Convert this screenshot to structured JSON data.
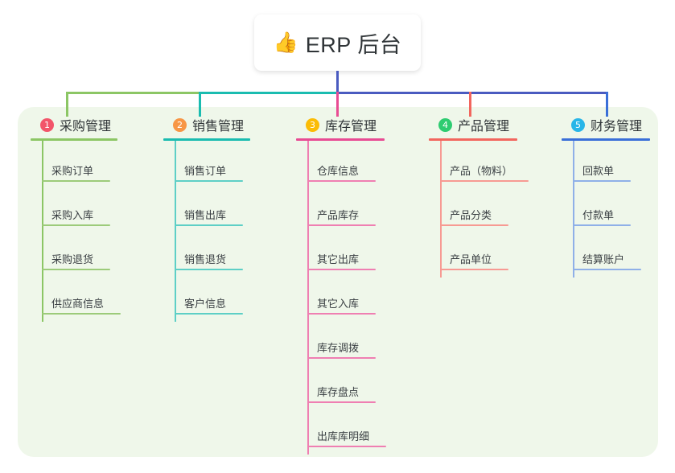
{
  "root": {
    "emoji": "👍",
    "emoji_name": "thumbs-up-icon",
    "title": "ERP 后台"
  },
  "panel": {
    "background_color": "#eff7ea"
  },
  "columns": [
    {
      "index": "1",
      "title": "采购管理",
      "color": "#8cc665",
      "badge_color": "#f2556a",
      "items": [
        "采购订单",
        "采购入库",
        "采购退货",
        "供应商信息"
      ]
    },
    {
      "index": "2",
      "title": "销售管理",
      "color": "#1abcb0",
      "badge_color": "#f79646",
      "items": [
        "销售订单",
        "销售出库",
        "销售退货",
        "客户信息"
      ]
    },
    {
      "index": "3",
      "title": "库存管理",
      "color": "#e84b93",
      "badge_color": "#fbbc05",
      "items": [
        "仓库信息",
        "产品库存",
        "其它出库",
        "其它入库",
        "库存调拨",
        "库存盘点",
        "出库库明细"
      ]
    },
    {
      "index": "4",
      "title": "产品管理",
      "color": "#f2665e",
      "badge_color": "#2ecc71",
      "items": [
        "产品（物料）",
        "产品分类",
        "产品单位"
      ]
    },
    {
      "index": "5",
      "title": "财务管理",
      "color": "#3a6fd8",
      "badge_color": "#29b6e8",
      "items": [
        "回款单",
        "付款单",
        "结算账户"
      ]
    }
  ],
  "connectors": {
    "trunk_color": "#4a5bc0",
    "left_bar_color": "#8cc665",
    "mid_bar_color": "#1abcb0",
    "right_bar_color": "#4a5bc0"
  }
}
